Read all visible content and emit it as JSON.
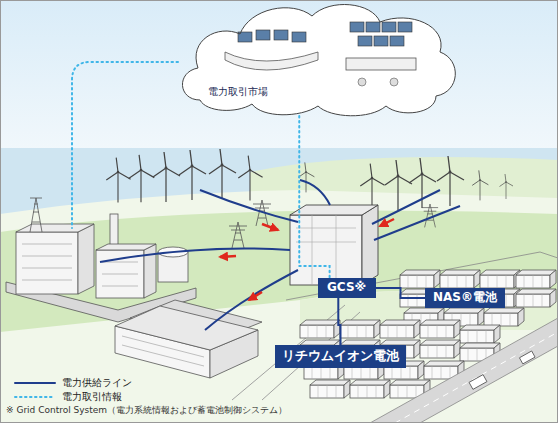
{
  "diagram": {
    "nodes": [
      {
        "text": [
          "電力取引市場"
        ]
      },
      {
        "text": [
          "GCS※"
        ]
      },
      {
        "text": [
          "NAS®電池"
        ]
      },
      {
        "text": [
          "リチウムイオン電池"
        ]
      }
    ],
    "edges": [
      {
        "from": 0,
        "to": 1,
        "arrow": "none"
      },
      {
        "from": 1,
        "to": 3,
        "arrow": "none"
      },
      {
        "from": 1,
        "to": 2,
        "arrow": "none"
      }
    ],
    "labels": [
      "※ Grid Control System（電力系統情報および蓄電池制御システム）"
    ],
    "legend": [
      {
        "text": "電力供給ライン"
      },
      {
        "text": "電力取引情報"
      }
    ]
  }
}
